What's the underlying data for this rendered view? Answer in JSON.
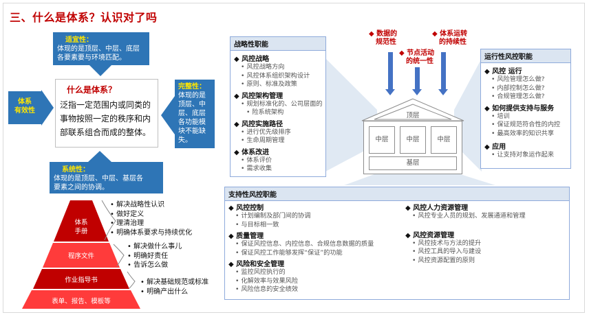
{
  "title": "三、什么是体系？认识对了吗",
  "left": {
    "top_box": {
      "head": "适宜性：",
      "body": [
        "体现的是顶层、中层、底层",
        "各要素要与环境匹配。"
      ]
    },
    "left_box": {
      "lines": [
        "体系",
        "有效性"
      ]
    },
    "right_box": {
      "head": "完整性：",
      "body": [
        "体现的是",
        "顶层、中",
        "层、底层",
        "各功能模",
        "块不能缺",
        "失。"
      ]
    },
    "bottom_box": {
      "head": "系统性：",
      "body": [
        "体现的是顶层、中层、基层各",
        "要素之间的协调。"
      ]
    },
    "center": {
      "question": "什么是体系？",
      "definition": [
        "泛指一定范围内或同类的",
        "事物按照一定的秩序和内",
        "部联系组合而成的整体。"
      ]
    }
  },
  "pyramid": {
    "levels": [
      {
        "label_lines": [
          "体系",
          "手册"
        ],
        "notes": [
          "解决战略性认识",
          "做好定义",
          "理清治理",
          "明确体系要求与持续优化"
        ]
      },
      {
        "label_lines": [
          "程序文件"
        ],
        "notes": [
          "解决做什么事儿",
          "明确好责任",
          "告诉怎么做"
        ]
      },
      {
        "label_lines": [
          "作业指导书"
        ],
        "notes": [
          "解决基础规范或标准",
          "明确产出什么"
        ]
      },
      {
        "label_lines": [
          "表单、报告、模板等"
        ],
        "notes": []
      }
    ],
    "colors": {
      "dark": "#c00000",
      "light": "#ff3b3b"
    }
  },
  "strategic": {
    "header": "战略性职能",
    "sections": [
      {
        "name": "风控战略",
        "items": [
          "风控战略方向",
          "风控体系组织架构设计",
          "原则、标准及政策"
        ]
      },
      {
        "name": "风控架构管理",
        "items": [
          "规划标准化的、公司层面的",
          "险系统架构"
        ]
      },
      {
        "name": "风控实施路径",
        "items": [
          "进行优先级排序",
          "生命周期管理"
        ]
      },
      {
        "name": "体系改进",
        "items": [
          "体系评价",
          "需求收集"
        ]
      }
    ]
  },
  "top_labels": [
    {
      "lines": [
        "数据的",
        "规范性"
      ]
    },
    {
      "lines": [
        "节点活动",
        "的统一性"
      ]
    },
    {
      "lines": [
        "体系运转",
        "的持续性"
      ]
    }
  ],
  "house": {
    "top": "顶层",
    "middle": [
      "中层",
      "中层",
      "中层"
    ],
    "bottom": "基层"
  },
  "operational": {
    "header": "运行性风控职能",
    "sections": [
      {
        "name": "风控 运行",
        "items": [
          "风险管理怎么做?",
          "内部控制怎么做?",
          "合规管理怎么做?"
        ]
      },
      {
        "name": "如何提供支持与服务",
        "items": [
          "培训",
          "保证规范符合性的内控",
          "最高效率的知识共享"
        ]
      },
      {
        "name": "应用",
        "items": [
          "让支持对象运作起来"
        ]
      }
    ]
  },
  "supportive": {
    "header": "支持性风控职能",
    "left_sections": [
      {
        "name": "风控控制",
        "items": [
          "计划编制及部门间的协调",
          "与目标相一致"
        ]
      },
      {
        "name": "质量管理",
        "items": [
          "保证风控信息、内控信息、合规信息数据的质量",
          "保证风控工作能够发挥“保证”的功能"
        ]
      },
      {
        "name": "风险和安全管理",
        "items": [
          "监控风控执行的",
          "化解效率与效果风险",
          "风险信息的安全绩效"
        ]
      }
    ],
    "right_sections": [
      {
        "name": "风控人力资源管理",
        "items": [
          "风控专业人员的规划、发展通道和管理"
        ]
      },
      {
        "name": "风控资源管理",
        "items": [
          "风控技术与方法的提升",
          "风控工具的导入与建设",
          "风控资源配置的原则"
        ]
      }
    ]
  },
  "colors": {
    "blue": "#2e75b6",
    "red": "#c00000",
    "yellow": "#ffe600",
    "panel_border": "#8eaadb",
    "panel_header": "#dbe5f1"
  }
}
